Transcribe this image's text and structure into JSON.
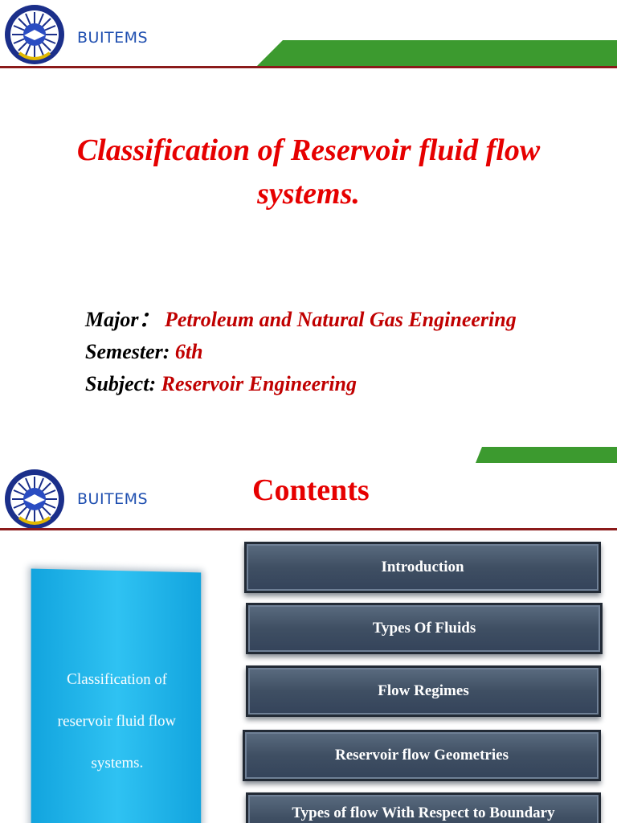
{
  "slide1": {
    "brand": "BUITEMS",
    "title_line1": "Classification of Reservoir fluid flow",
    "title_line2": "systems.",
    "major_label": "Major：",
    "major_value": "Petroleum and Natural Gas Engineering",
    "semester_label": "Semester:",
    "semester_value": "6th",
    "subject_label": "Subject:",
    "subject_value": "Reservoir Engineering"
  },
  "slide2": {
    "brand": "BUITEMS",
    "title": "Contents",
    "panel_lines": [
      "Classification of",
      "reservoir fluid flow",
      "systems."
    ],
    "items": [
      "Introduction",
      "Types Of Fluids",
      "Flow Regimes",
      "Reservoir flow Geometries",
      "Types of flow With Respect to Boundary"
    ]
  },
  "colors": {
    "title_red": "#e60000",
    "value_red": "#c00000",
    "brand_blue": "#1f4fb0",
    "accent_green": "#3c9a2f",
    "header_line": "#8b1a1a",
    "panel_blue": "#12a4de",
    "button_slate": "#3f4f63"
  }
}
